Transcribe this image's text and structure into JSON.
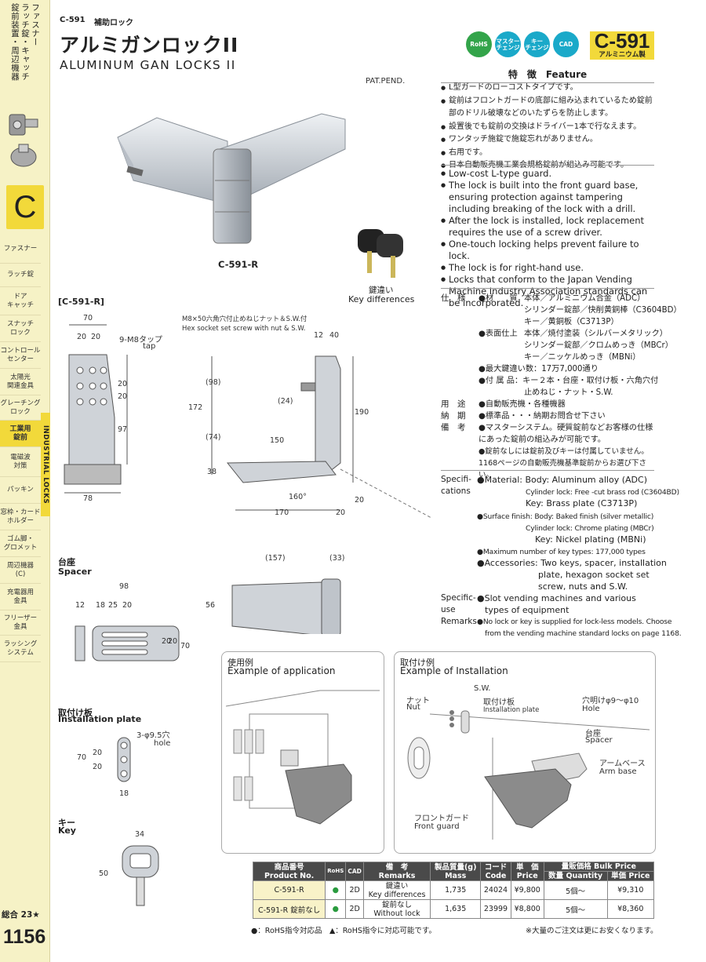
{
  "sidebar": {
    "category_lines": [
      "ファスナー",
      "ラッチ錠・キャッチ",
      "錠前装置・周辺機器"
    ],
    "section_letter": "C",
    "items": [
      {
        "label": "ファスナー",
        "active": false
      },
      {
        "label": "ラッチ錠",
        "active": false
      },
      {
        "label": "ドア\nキャッチ",
        "active": false
      },
      {
        "label": "スナッチ\nロック",
        "active": false
      },
      {
        "label": "コントロール\nセンター",
        "active": false
      },
      {
        "label": "太陽光\n関連金具",
        "active": false
      },
      {
        "label": "グレーチング\nロック",
        "active": false
      },
      {
        "label": "工業用\n錠前",
        "active": true
      },
      {
        "label": "電磁波\n対策",
        "active": false
      },
      {
        "label": "パッキン",
        "active": false
      },
      {
        "label": "窓枠・カード\nホルダー",
        "active": false
      },
      {
        "label": "ゴム脚・\nグロメット",
        "active": false
      },
      {
        "label": "周辺機器\n(C)",
        "active": false
      },
      {
        "label": "充電器用\n金具",
        "active": false
      },
      {
        "label": "フリーザー\n金具",
        "active": false
      },
      {
        "label": "ラッシング\nシステム",
        "active": false
      }
    ],
    "strip_label": "INDUSTRIAL LOCKS",
    "page_index": "総合 23★",
    "page_number": "1156"
  },
  "header": {
    "code": "C-591",
    "subtitle": "補助ロック",
    "title_jp": "アルミガンロックII",
    "title_en": "ALUMINUM GAN LOCKS II",
    "badge_code": "C-591",
    "badge_material": "アルミニウム製",
    "icons": [
      {
        "name": "rohs-icon",
        "label": "RoHS"
      },
      {
        "name": "master-change-icon",
        "label": "マスター\nチェンジ"
      },
      {
        "name": "key-change-icon",
        "label": "キー\nチェンジ"
      },
      {
        "name": "cad-icon",
        "label": "CAD"
      }
    ]
  },
  "product": {
    "pat_pend": "PAT.PEND.",
    "photo_label": "C-591-R",
    "key_caption_jp": "鍵違い",
    "key_caption_en": "Key differences"
  },
  "feature": {
    "heading": "特　徴　Feature",
    "jp": [
      "L型ガードのローコストタイプです。",
      "錠前はフロントガードの底部に組み込まれているため錠前部のドリル破壊などのいたずらを防止します。",
      "設置後でも錠前の交換はドライバー1本で行なえます。",
      "ワンタッチ施錠で施錠忘れがありません。",
      "右用です。",
      "日本自動販売機工業会規格錠前が組込み可能です。"
    ],
    "en": [
      "Low-cost L-type guard.",
      "The lock is built into the front guard base, ensuring protection against tampering including breaking of the lock with a drill.",
      "After the lock is installed, lock replacement requires the use of a screw driver.",
      "One-touch locking helps prevent failure to lock.",
      "The lock is for right-hand use.",
      "Locks that conform to the Japan Vending Machine Industry Association standards can be incorporated."
    ]
  },
  "specs_jp": {
    "label_spec": "仕　様",
    "material_title": "●材　　質",
    "material": [
      "本体／アルミニウム合金（ADC）",
      "シリンダー錠部／快削黄銅棒（C3604BD）",
      "キー／黄銅板（C3713P）"
    ],
    "finish_title": "●表面仕上",
    "finish": [
      "本体／焼付塗装（シルバーメタリック）",
      "シリンダー錠部／クロムめっき（MBCr）",
      "キー／ニッケルめっき（MBNi）"
    ],
    "max_keys": "●最大鍵違い数：17万7,000通り",
    "accessories": "●付 属 品：キー２本・台座・取付け板・六角穴付",
    "accessories2": "止めねじ・ナット・S.W.",
    "label_use": "用　途",
    "use": "●自動販売機・各種機器",
    "label_delivery": "納　期",
    "delivery": "●標準品・・・納期お問合せ下さい",
    "label_remarks": "備　考",
    "remarks1": "●マスターシステム。硬質錠前などお客様の仕様にあった錠前の組込みが可能です。",
    "remarks2": "●錠前なしには錠前及びキーは付属していません。1168ページの自動販売機基準錠前からお選び下さい。"
  },
  "specs_en": {
    "label_spec": "Specifi-\ncations",
    "material": "●Material: Body: Aluminum alloy (ADC)",
    "material2": "Cylinder lock: Free -cut brass rod (C3604BD)",
    "material3": "Key: Brass plate (C3713P)",
    "finish": "●Surface finish: Body: Baked finish (silver metallic)",
    "finish2": "Cylinder lock: Chrome plating (MBCr)",
    "finish3": "Key: Nickel plating (MBNi)",
    "max_keys": "●Maximum number of key types: 177,000 types",
    "accessories": "●Accessories: Two keys, spacer, installation",
    "accessories2": "plate, hexagon socket set",
    "accessories3": "screw, nuts and S.W.",
    "label_use": "Specific-\nuse",
    "use": "●Slot vending machines and various",
    "use2": "types of equipment",
    "label_remarks": "Remarks",
    "remarks": "●No lock or key is supplied for lock-less models. Choose",
    "remarks2": "from the vending machine standard locks on page 1168."
  },
  "drawings": {
    "main_label": "[C-591-R]",
    "hex_note_jp": "M8×50六角穴付止めねじナット＆S.W.付",
    "hex_note_en": "Hex socket set screw with nut & S.W.",
    "tap_note": "9-M8タップ",
    "tap_en": "tap",
    "dims_front": [
      "70",
      "20",
      "20",
      "20",
      "20",
      "97",
      "78"
    ],
    "dims_side": [
      "12",
      "40",
      "(98)",
      "172",
      "(74)",
      "(24)",
      "150",
      "38",
      "190",
      "160°",
      "170",
      "20",
      "20"
    ],
    "spacer_label_jp": "台座",
    "spacer_label_en": "Spacer",
    "spacer_dims": [
      "98",
      "12",
      "18",
      "25",
      "20",
      "20",
      "20",
      "70"
    ],
    "spacer_side_dims": [
      "(157)",
      "(33)",
      "56"
    ],
    "plate_label_jp": "取付け板",
    "plate_label_en": "Installation plate",
    "plate_hole": "3-φ9.5穴",
    "plate_hole_en": "hole",
    "plate_dims": [
      "70",
      "20",
      "20",
      "18"
    ],
    "key_label_jp": "キー",
    "key_label_en": "Key",
    "key_dims": [
      "34",
      "50"
    ]
  },
  "application": {
    "title_jp": "使用例",
    "title_en": "Example of application"
  },
  "installation": {
    "title_jp": "取付け例",
    "title_en": "Example of Installation",
    "labels": [
      {
        "jp": "ナット",
        "en": "Nut"
      },
      {
        "jp": "S.W.",
        "en": ""
      },
      {
        "jp": "取付け板",
        "en": "Installation plate"
      },
      {
        "jp": "穴明けφ9～φ10",
        "en": "Hole"
      },
      {
        "jp": "台座",
        "en": "Spacer"
      },
      {
        "jp": "アームベース",
        "en": "Arm base"
      },
      {
        "jp": "フロントガード",
        "en": "Front guard"
      }
    ]
  },
  "table": {
    "headers": {
      "product_jp": "商品番号",
      "product_en": "Product No.",
      "rohs": "RoHS",
      "cad": "CAD",
      "remarks_jp": "備　考",
      "remarks_en": "Remarks",
      "mass_jp": "製品質量(g)",
      "mass_en": "Mass",
      "code_jp": "コード",
      "code_en": "Code",
      "price_jp": "単　価",
      "price_en": "Price",
      "bulk_jp": "量販価格 Bulk Price",
      "qty": "数量 Quantity",
      "unit": "単価 Price"
    },
    "rows": [
      {
        "product": "C-591-R",
        "rohs": "●",
        "cad": "2D",
        "remarks_jp": "鍵違い",
        "remarks_en": "Key differences",
        "mass": "1,735",
        "code": "24024",
        "price": "¥9,800",
        "qty": "5個～",
        "bulk": "¥9,310"
      },
      {
        "product": "C-591-R 錠前なし",
        "rohs": "●",
        "cad": "2D",
        "remarks_jp": "錠前なし",
        "remarks_en": "Without lock",
        "mass": "1,635",
        "code": "23999",
        "price": "¥8,800",
        "qty": "5個～",
        "bulk": "¥8,360"
      }
    ],
    "foot_left": "●：RoHS指令対応品　▲：RoHS指令に対応可能です。",
    "foot_right": "※大量のご注文は更にお安くなります。"
  },
  "colors": {
    "accent": "#f2d93a",
    "sidebar_bg": "#f6f2c6",
    "rohs_green": "#33a44a",
    "icon_blue": "#1aa9c9"
  }
}
